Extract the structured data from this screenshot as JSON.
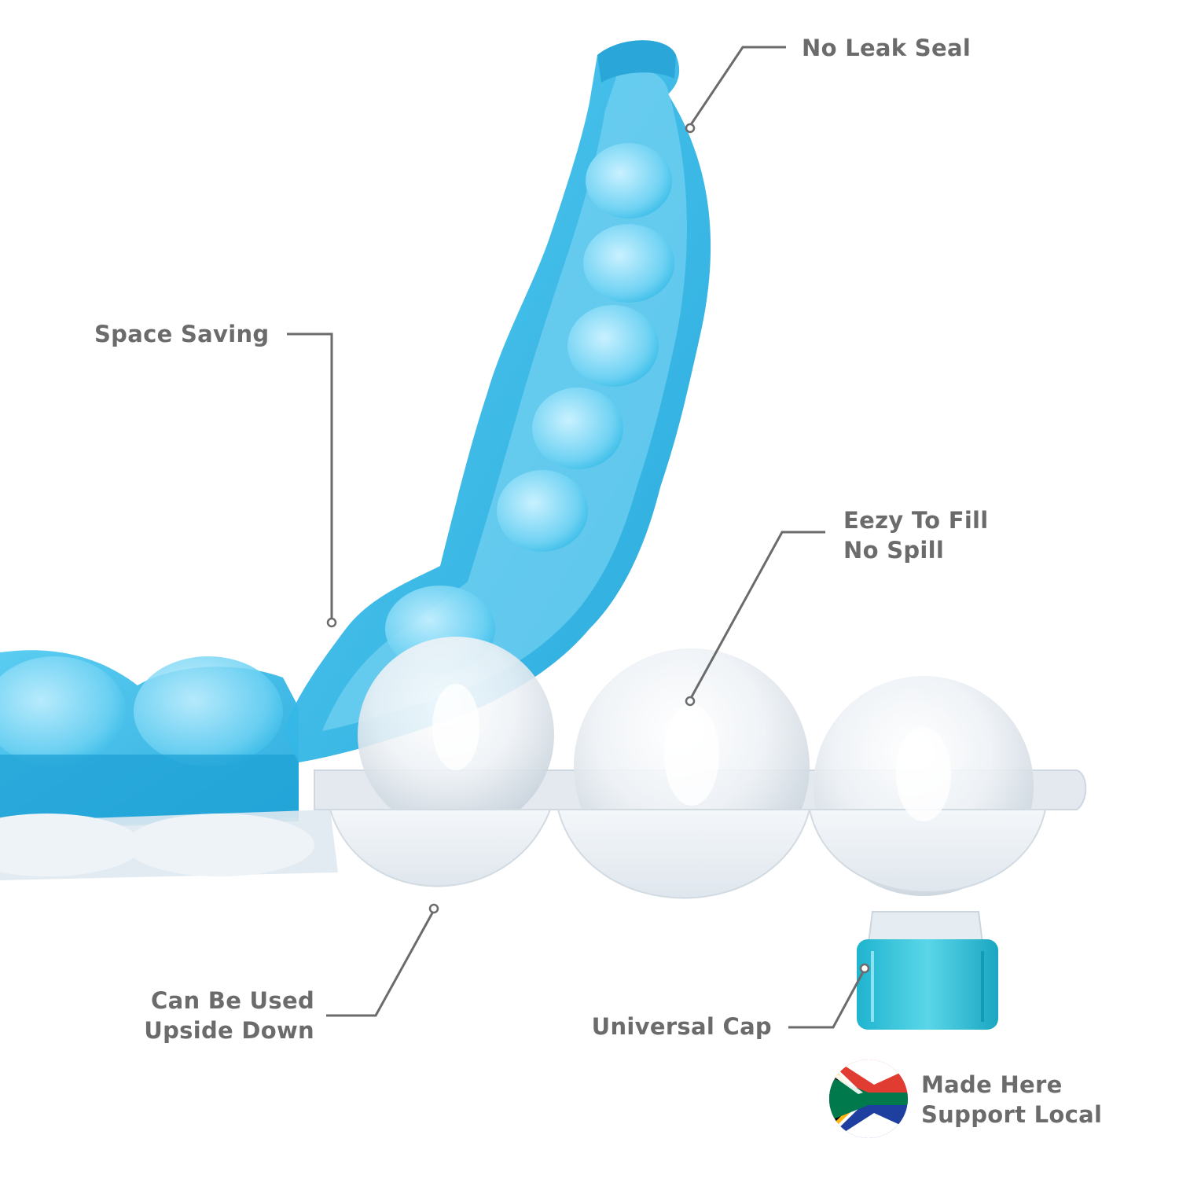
{
  "callouts": {
    "no_leak_seal": "No Leak Seal",
    "space_saving": "Space Saving",
    "eezy_to_fill": {
      "line1": "Eezy To Fill",
      "line2": "No Spill"
    },
    "upside_down": {
      "line1": "Can Be Used",
      "line2": "Upside Down"
    },
    "universal_cap": "Universal Cap"
  },
  "badge": {
    "line1": "Made Here",
    "line2": "Support Local",
    "flag": "south-africa-flag-icon"
  },
  "colors": {
    "label_text": "#6b6b6b",
    "leader_line": "#6b6b6b",
    "lid_blue": "#2fb8e6",
    "lid_blue_light": "#8fdcf5",
    "tray_clear": "#e9eef3",
    "cap_teal": "#3ec7dc"
  }
}
